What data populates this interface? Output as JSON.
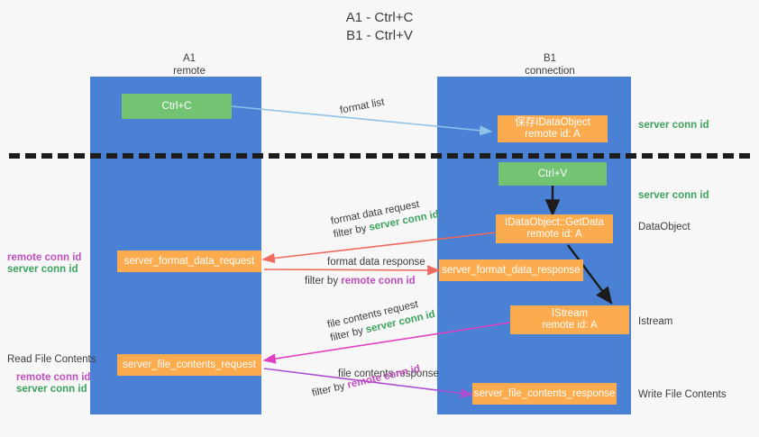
{
  "title": {
    "line1": "A1 - Ctrl+C",
    "line2": "B1 - Ctrl+V"
  },
  "columns": [
    {
      "name": "A1",
      "sub": "remote"
    },
    {
      "name": "B1",
      "sub": "connection"
    }
  ],
  "colors": {
    "lane": "#4a81d4",
    "box_green": "#72c472",
    "box_orange": "#fcab4f",
    "server_conn": "#3da35d",
    "remote_conn": "#c24ec2",
    "arrow_blue": "#8ec2e8",
    "arrow_red": "#ef6a5e",
    "arrow_black": "#1c1c1c",
    "arrow_magenta": "#e040c0",
    "arrow_purple": "#aa4fd0",
    "background": "#f7f7f7"
  },
  "boxes": {
    "ctrl_c": "Ctrl+C",
    "ctrl_v": "Ctrl+V",
    "save_idataobject": "保存IDataObject\nremote id: A",
    "getdata": "IDataObject::GetData\nremote id: A",
    "istream": "IStream\nremote id: A",
    "server_format_data_request": "server_format_data_request",
    "server_format_data_response": "server_format_data_response",
    "server_file_contents_request": "server_file_contents_request",
    "server_file_contents_response": "server_file_contents_response"
  },
  "right_labels": {
    "server_conn_id_top": "server conn id",
    "server_conn_id_mid": "server conn id",
    "dataobject": "DataObject",
    "istream": "Istream",
    "write_file_contents": "Write File Contents"
  },
  "left_labels": {
    "remote_conn_id_1": "remote conn id",
    "server_conn_id_1": "server conn id",
    "read_file_contents": "Read File Contents",
    "remote_conn_id_2": "remote conn id",
    "server_conn_id_2": "server conn id"
  },
  "arrow_labels": {
    "format_list": "format list",
    "format_data_request": "format data request",
    "format_data_request_filter_pre": "filter by ",
    "format_data_request_filter_key": "server conn id",
    "format_data_response": "format data response",
    "format_data_response_filter_pre": "filter by ",
    "format_data_response_filter_key": "remote conn id",
    "file_contents_request": "file contents request",
    "file_contents_request_filter_pre": "filter by ",
    "file_contents_request_filter_key": "server conn id",
    "file_contents_response": "file contents response",
    "file_contents_response_filter_pre": "filter by ",
    "file_contents_response_filter_key": "remote conn id"
  }
}
